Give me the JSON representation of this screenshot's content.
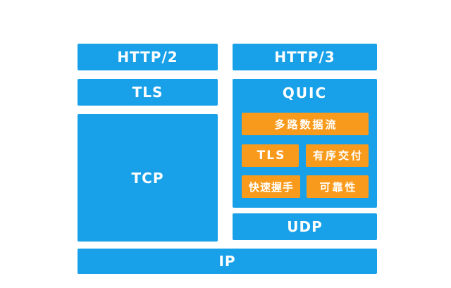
{
  "colors": {
    "blue": "#18A0E9",
    "orange": "#F89B1D",
    "text": "#FFFFFF",
    "background": "#FFFFFF"
  },
  "diagram": {
    "left_stack": {
      "http2": "HTTP/2",
      "tls": "TLS",
      "tcp": "TCP"
    },
    "right_stack": {
      "http3": "HTTP/3",
      "quic_label": "QUIC",
      "quic_features": {
        "multiplexed_streams": "多路数据流",
        "tls": "TLS",
        "ordered_delivery": "有序交付",
        "fast_handshake": "快速握手",
        "reliability": "可靠性"
      },
      "udp": "UDP"
    },
    "ip": "IP"
  }
}
